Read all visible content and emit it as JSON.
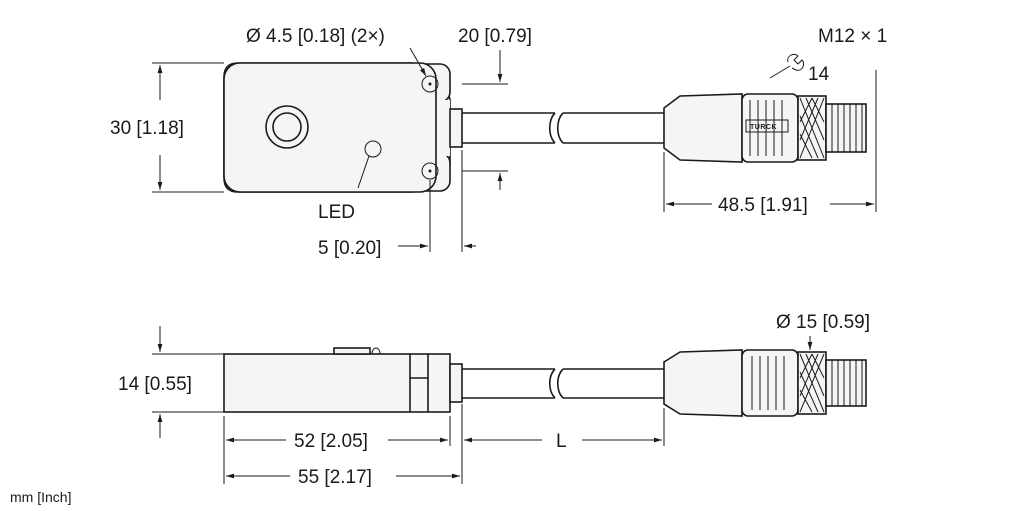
{
  "dimensions": {
    "hole_diameter": "Ø 4.5 [0.18] (2×)",
    "connector_offset": "20 [0.79]",
    "thread": "M12 × 1",
    "wrench_size": "14",
    "height_top": "30 [1.18]",
    "led_label": "LED",
    "hole_offset": "5 [0.20]",
    "connector_length": "48.5 [1.91]",
    "connector_diameter": "Ø 15 [0.59]",
    "thickness": "14 [0.55]",
    "body_length": "52 [2.05]",
    "cable_length": "L",
    "total_length": "55 [2.17]"
  },
  "brand": "TURCK",
  "units_note": "mm [Inch]"
}
